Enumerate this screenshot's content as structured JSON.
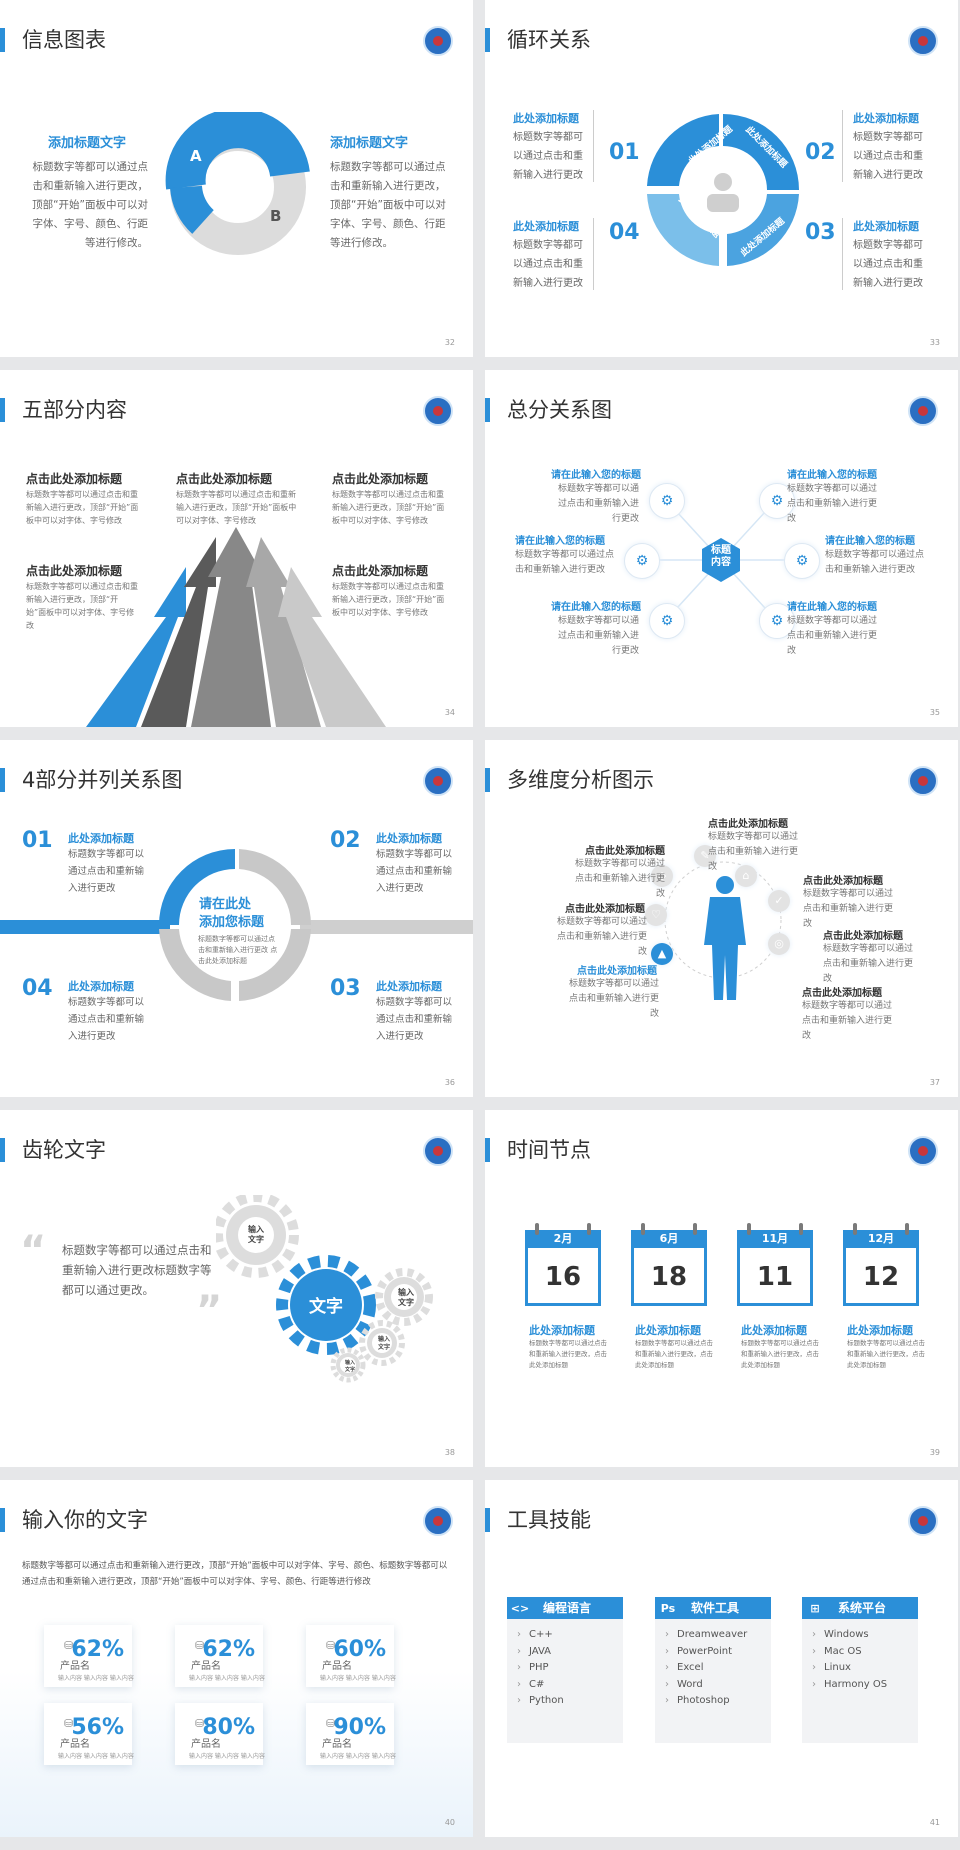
{
  "brand_color": "#2b8fd8",
  "slides": {
    "s32": {
      "title": "信息图表",
      "page": "32",
      "left_heading": "添加标题文字",
      "left_text": "标题数字等都可以通过点击和重新输入进行更改，顶部“开始”面板中可以对字体、字号、颜色、行距等进行修改。",
      "right_heading": "添加标题文字",
      "right_text": "标题数字等都可以通过点击和重新输入进行更改，顶部“开始”面板中可以对字体、字号、颜色、行距等进行修改。",
      "label_a": "A",
      "label_b": "B"
    },
    "s33": {
      "title": "循环关系",
      "page": "33",
      "items": [
        {
          "num": "01",
          "heading": "此处添加标题",
          "text": "标题数字等都可以通过点击和重新输入进行更改"
        },
        {
          "num": "02",
          "heading": "此处添加标题",
          "text": "标题数字等都可以通过点击和重新输入进行更改"
        },
        {
          "num": "04",
          "heading": "此处添加标题",
          "text": "标题数字等都可以通过点击和重新输入进行更改"
        },
        {
          "num": "03",
          "heading": "此处添加标题",
          "text": "标题数字等都可以通过点击和重新输入进行更改"
        }
      ],
      "ring_labels": [
        "此处添加标题",
        "此处添加标题",
        "此处添加标题",
        "此处添加标题"
      ]
    },
    "s34": {
      "title": "五部分内容",
      "page": "34",
      "items": [
        {
          "heading": "点击此处添加标题",
          "text": "标题数字等都可以通过点击和重新输入进行更改，顶部“开始”面板中可以对字体、字号修改"
        },
        {
          "heading": "点击此处添加标题",
          "text": "标题数字等都可以通过点击和重新输入进行更改，顶部“开始”面板中可以对字体、字号修改"
        },
        {
          "heading": "点击此处添加标题",
          "text": "标题数字等都可以通过点击和重新输入进行更改，顶部“开始”面板中可以对字体、字号修改"
        },
        {
          "heading": "点击此处添加标题",
          "text": "标题数字等都可以通过点击和重新输入进行更改，顶部“开始”面板中可以对字体、字号修改"
        },
        {
          "heading": "点击此处添加标题",
          "text": "标题数字等都可以通过点击和重新输入进行更改，顶部“开始”面板中可以对字体、字号修改"
        }
      ]
    },
    "s35": {
      "title": "总分关系图",
      "page": "35",
      "center": "标题\n内容",
      "items": [
        {
          "heading": "请在此输入您的标题",
          "text": "标题数字等都可以通过点击和重新输入进行更改"
        },
        {
          "heading": "请在此输入您的标题",
          "text": "标题数字等都可以通过点击和重新输入进行更改"
        },
        {
          "heading": "请在此输入您的标题",
          "text": "标题数字等都可以通过点击和重新输入进行更改"
        },
        {
          "heading": "请在此输入您的标题",
          "text": "标题数字等都可以通过点击和重新输入进行更改"
        },
        {
          "heading": "请在此输入您的标题",
          "text": "标题数字等都可以通过点击和重新输入进行更改"
        },
        {
          "heading": "请在此输入您的标题",
          "text": "标题数字等都可以通过点击和重新输入进行更改"
        }
      ]
    },
    "s36": {
      "title": "4部分并列关系图",
      "page": "36",
      "center_heading": "请在此处\n添加您标题",
      "center_text": "标题数字等都可以通过点击和重新输入进行更改 点击此处添加标题",
      "items": [
        {
          "num": "01",
          "heading": "此处添加标题",
          "text": "标题数字等都可以通过点击和重新输入进行更改"
        },
        {
          "num": "02",
          "heading": "此处添加标题",
          "text": "标题数字等都可以通过点击和重新输入进行更改"
        },
        {
          "num": "04",
          "heading": "此处添加标题",
          "text": "标题数字等都可以通过点击和重新输入进行更改"
        },
        {
          "num": "03",
          "heading": "此处添加标题",
          "text": "标题数字等都可以通过点击和重新输入进行更改"
        }
      ]
    },
    "s37": {
      "title": "多维度分析图示",
      "page": "37",
      "items": [
        {
          "heading": "点击此处添加标题",
          "text": "标题数字等都可以通过点击和重新输入进行更改"
        },
        {
          "heading": "点击此处添加标题",
          "text": "标题数字等都可以通过点击和重新输入进行更改"
        },
        {
          "heading": "点击此处添加标题",
          "text": "标题数字等都可以通过点击和重新输入进行更改"
        },
        {
          "heading": "点击此处添加标题",
          "text": "标题数字等都可以通过点击和重新输入进行更改"
        },
        {
          "heading": "点击此处添加标题",
          "text": "标题数字等都可以通过点击和重新输入进行更改"
        },
        {
          "heading": "点击此处添加标题",
          "text": "标题数字等都可以通过点击和重新输入进行更改"
        },
        {
          "heading": "点击此处添加标题",
          "text": "标题数字等都可以通过点击和重新输入进行更改"
        }
      ]
    },
    "s38": {
      "title": "齿轮文字",
      "page": "38",
      "quote": "标题数字等都可以通过点击和重新输入进行更改标题数字等都可以通过更改。",
      "gear_main": "文字",
      "gear_small": [
        "输入\n文字",
        "输入\n文字",
        "输入\n文字",
        "输入\n文字"
      ]
    },
    "s39": {
      "title": "时间节点",
      "page": "39",
      "items": [
        {
          "month": "2月",
          "day": "16",
          "heading": "此处添加标题",
          "text": "标题数字等都可以通过点击和重新输入进行更改，点击此处添加标题"
        },
        {
          "month": "6月",
          "day": "18",
          "heading": "此处添加标题",
          "text": "标题数字等都可以通过点击和重新输入进行更改，点击此处添加标题"
        },
        {
          "month": "11月",
          "day": "11",
          "heading": "此处添加标题",
          "text": "标题数字等都可以通过点击和重新输入进行更改，点击此处添加标题"
        },
        {
          "month": "12月",
          "day": "12",
          "heading": "此处添加标题",
          "text": "标题数字等都可以通过点击和重新输入进行更改，点击此处添加标题"
        }
      ]
    },
    "s40": {
      "title": "输入你的文字",
      "page": "40",
      "intro": "标题数字等都可以通过点击和重新输入进行更改，顶部“开始”面板中可以对字体、字号、颜色、标题数字等都可以通过点击和重新输入进行更改，顶部“开始”面板中可以对字体、字号、颜色、行距等进行修改",
      "cards": [
        {
          "pct": "62%",
          "name": "产品名",
          "sub": "输入内容  输入内容  输入内容"
        },
        {
          "pct": "62%",
          "name": "产品名",
          "sub": "输入内容  输入内容  输入内容"
        },
        {
          "pct": "60%",
          "name": "产品名",
          "sub": "输入内容  输入内容  输入内容"
        },
        {
          "pct": "56%",
          "name": "产品名",
          "sub": "输入内容  输入内容  输入内容"
        },
        {
          "pct": "80%",
          "name": "产品名",
          "sub": "输入内容  输入内容  输入内容"
        },
        {
          "pct": "90%",
          "name": "产品名",
          "sub": "输入内容  输入内容  输入内容"
        }
      ]
    },
    "s41": {
      "title": "工具技能",
      "page": "41",
      "groups": [
        {
          "icon": "<>",
          "label": "编程语言",
          "items": [
            "C++",
            "JAVA",
            "PHP",
            "C#",
            "Python"
          ]
        },
        {
          "icon": "Ps",
          "label": "软件工具",
          "items": [
            "Dreamweaver",
            "PowerPoint",
            "Excel",
            "Word",
            "Photoshop"
          ]
        },
        {
          "icon": "⊞",
          "label": "系统平台",
          "items": [
            "Windows",
            "Mac OS",
            "Linux",
            "Harmony OS"
          ]
        }
      ]
    }
  }
}
